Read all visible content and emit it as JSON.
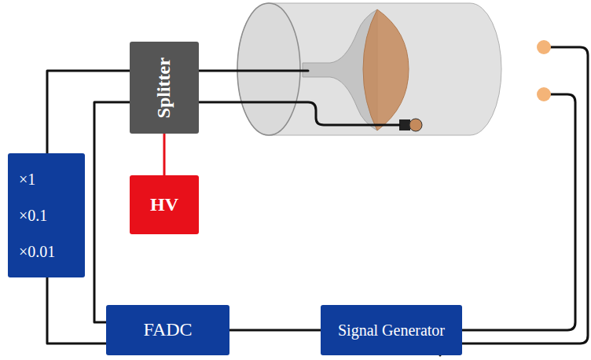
{
  "diagram": {
    "nodes": [
      {
        "text": [
          "Splitter"
        ]
      },
      {
        "text": [
          "HV"
        ]
      },
      {
        "text": [
          "×1",
          "×0.1",
          "×0.01"
        ]
      },
      {
        "text": [
          "FADC"
        ]
      },
      {
        "text": [
          "Signal Generator"
        ]
      }
    ],
    "edges": [
      {
        "from": 0,
        "to": 1,
        "arrow": "none"
      },
      {
        "from": 0,
        "to": 2,
        "arrow": "none"
      },
      {
        "from": 0,
        "to": 3,
        "arrow": "none"
      },
      {
        "from": 2,
        "to": 3,
        "arrow": "none"
      },
      {
        "from": 3,
        "to": 4,
        "arrow": "none"
      }
    ]
  }
}
